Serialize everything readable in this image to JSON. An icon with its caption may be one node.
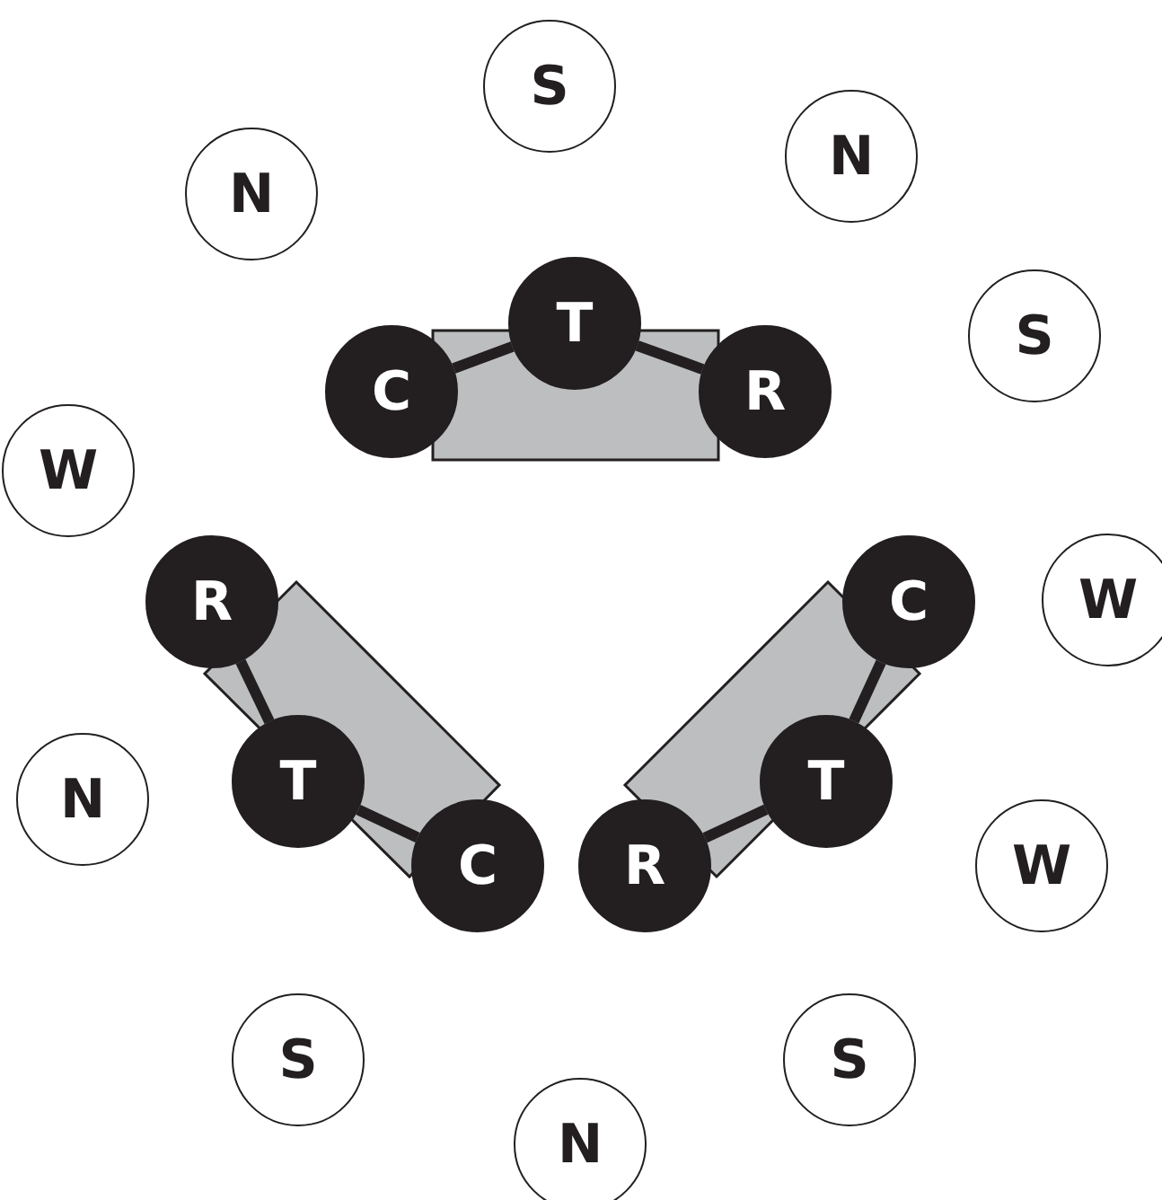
{
  "diagram": {
    "nodes": [
      {
        "text": [
          "S"
        ]
      },
      {
        "text": [
          "N"
        ]
      },
      {
        "text": [
          "N"
        ]
      },
      {
        "text": [
          "T"
        ]
      },
      {
        "text": [
          "S"
        ]
      },
      {
        "text": [
          "C"
        ]
      },
      {
        "text": [
          "R"
        ]
      },
      {
        "text": [
          "W"
        ]
      },
      {
        "text": [
          "R"
        ]
      },
      {
        "text": [
          "C"
        ]
      },
      {
        "text": [
          "W"
        ]
      },
      {
        "text": [
          "T"
        ]
      },
      {
        "text": [
          "T"
        ]
      },
      {
        "text": [
          "N"
        ]
      },
      {
        "text": [
          "C"
        ]
      },
      {
        "text": [
          "R"
        ]
      },
      {
        "text": [
          "W"
        ]
      },
      {
        "text": [
          "S"
        ]
      },
      {
        "text": [
          "S"
        ]
      },
      {
        "text": [
          "N"
        ]
      }
    ],
    "edges": [
      {
        "from": 5,
        "to": 3,
        "arrow": "none"
      },
      {
        "from": 3,
        "to": 6,
        "arrow": "none"
      },
      {
        "from": 8,
        "to": 11,
        "arrow": "none"
      },
      {
        "from": 11,
        "to": 14,
        "arrow": "none"
      },
      {
        "from": 15,
        "to": 12,
        "arrow": "none"
      },
      {
        "from": 12,
        "to": 9,
        "arrow": "none"
      }
    ]
  }
}
